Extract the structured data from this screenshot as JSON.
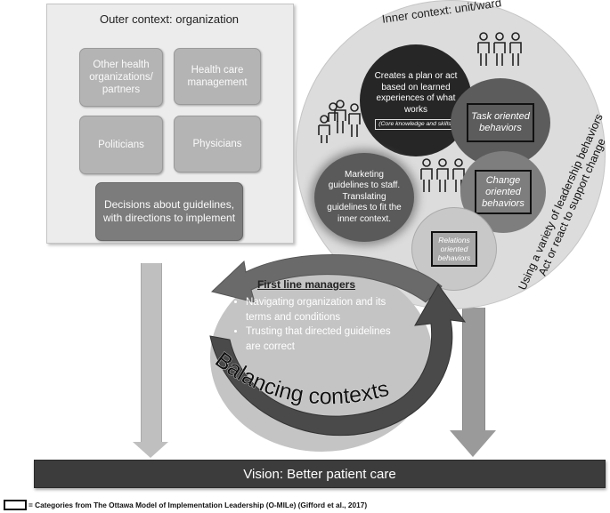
{
  "outer_context": {
    "title": "Outer context: organization",
    "boxes": [
      "Other health organizations/ partners",
      "Health care management",
      "Politicians",
      "Physicians"
    ],
    "decisions": "Decisions about guidelines, with directions to implement"
  },
  "inner_context": {
    "title": "Inner context: unit/ward",
    "plan_text": "Creates a plan or act based on learned experiences of what works",
    "plan_subtext": "(Core knowledge and skills)",
    "marketing_text": "Marketing guidelines to staff. Translating guidelines to fit the inner context.",
    "task": "Task oriented behaviors",
    "change": "Change oriented behaviors",
    "relations": "Relations oriented behaviors",
    "side_line1": "Using a variety of leadership behaviors",
    "side_line2": "Act or react to support change"
  },
  "first_line": {
    "title": "First line managers",
    "bullets": [
      "Navigating organization and its terms and conditions",
      "Trusting that directed guidelines are correct"
    ],
    "balancing": "Balancing contexts"
  },
  "vision": "Vision: Better patient care",
  "legend": "= Categories from The Ottawa Model of Implementation Leadership (O-MILe) (Gifford et al., 2017)",
  "colors": {
    "outer_panel": "#ececec",
    "box": "#b4b4b4",
    "decision_box": "#7c7c7c",
    "inner_circle": "#dcdcdc",
    "plan_circle": "#262626",
    "vision_bar": "#3c3c3c"
  },
  "icons": [
    "people-group-icon",
    "people-group-icon",
    "people-group-icon"
  ]
}
